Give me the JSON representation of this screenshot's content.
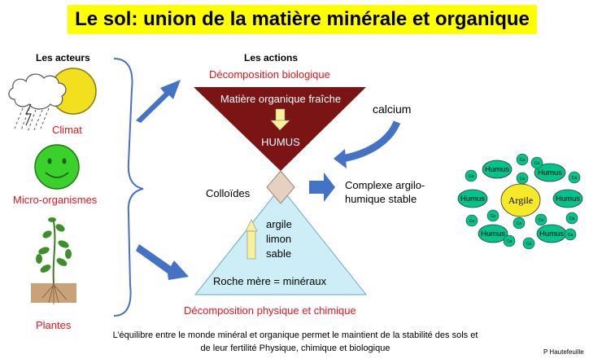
{
  "title": "Le sol: union de la matière minérale et organique",
  "actors": {
    "header": "Les acteurs",
    "climate": "Climat",
    "micro": "Micro-organismes",
    "plants": "Plantes"
  },
  "actions": {
    "header": "Les actions",
    "bio_decomposition": "Décomposition biologique",
    "phys_decomposition": "Décomposition physique et chimique"
  },
  "top_triangle": {
    "fresh_matter": "Matière organique fraîche",
    "humus": "HUMUS"
  },
  "bottom_triangle": {
    "clay": "argile",
    "silt": "limon",
    "sand": "sable",
    "bedrock": "Roche mère = minéraux"
  },
  "calcium": "calcium",
  "colloids": "Colloïdes",
  "complex": {
    "line1": "Complexe argilo-",
    "line2": "humique stable"
  },
  "diagram": {
    "center": "Argile",
    "humus_label": "Humus",
    "ca_label": "Ca"
  },
  "caption": {
    "line1": "L’équilibre entre le monde minéral et organique permet le maintient de la stabilité des sols et",
    "line2": "de leur fertilité Physique, chimique et biologique"
  },
  "author": "P Hautefeuille",
  "colors": {
    "title_bg": "#ffff00",
    "red_text": "#e8141b",
    "arrow_blue": "#4472c4",
    "organic_maroon": "#7b1414",
    "mineral_cyan": "#cdeef6",
    "humus_green": "#00c48c",
    "clay_yellow": "#f5ea25",
    "smiley_green": "#3ad12a"
  }
}
